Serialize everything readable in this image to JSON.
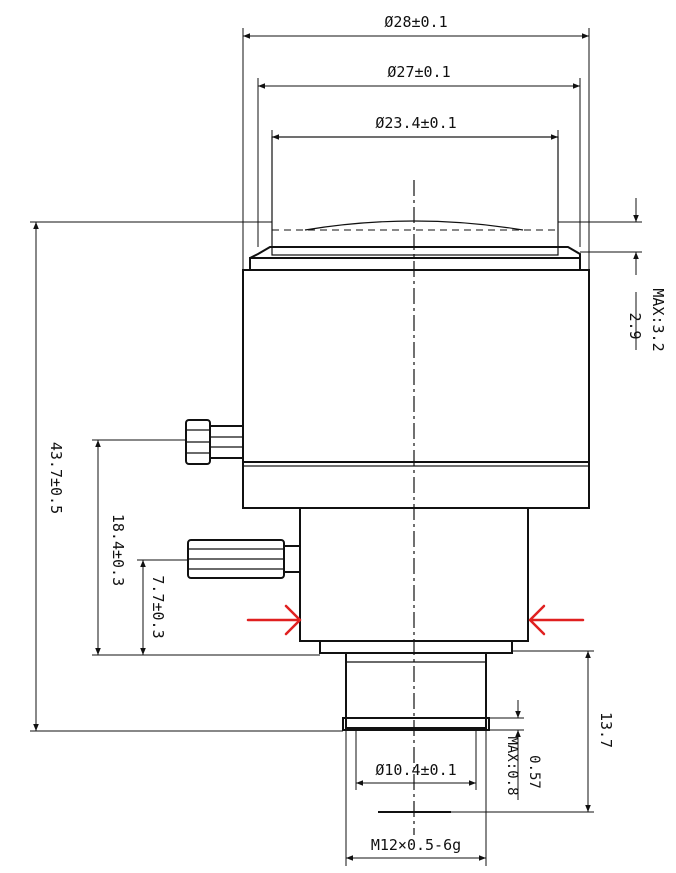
{
  "drawing": {
    "dimensions": {
      "outer_diameter": "Ø28±0.1",
      "middle_diameter": "Ø27±0.1",
      "inner_diameter": "Ø23.4±0.1",
      "front_offset": "2.9",
      "front_offset_max": "MAX:3.2",
      "overall_length": "43.7±0.5",
      "flange_distance": "18.4±0.3",
      "lower_screw_distance": "7.7±0.3",
      "rear_length": "13.7",
      "rear_offset": "0.57",
      "rear_offset_max": "MAX:0.8",
      "rear_diameter": "Ø10.4±0.1",
      "thread": "M12×0.5-6g"
    },
    "colors": {
      "line": "#111111",
      "marker_arrow": "#e02020"
    }
  }
}
